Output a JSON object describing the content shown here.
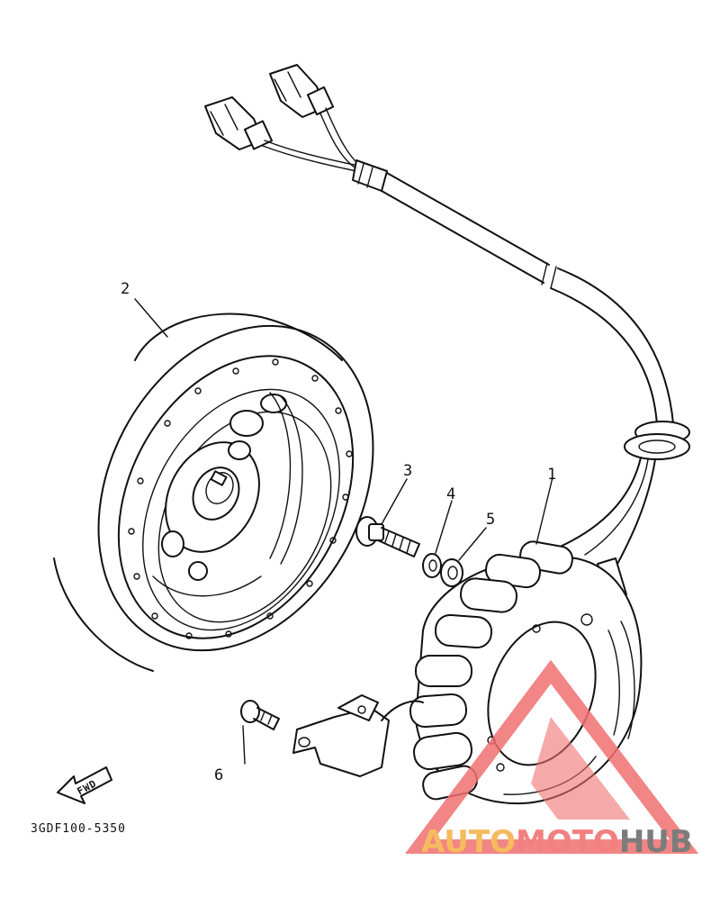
{
  "callouts": [
    {
      "id": "1",
      "label": "1"
    },
    {
      "id": "2",
      "label": "2"
    },
    {
      "id": "3",
      "label": "3"
    },
    {
      "id": "4",
      "label": "4"
    },
    {
      "id": "5",
      "label": "5"
    },
    {
      "id": "6",
      "label": "6"
    }
  ],
  "fwd_label": "FWD",
  "diagram_code": "3GDF100-5350",
  "watermark": {
    "part1": "AUTO",
    "part2": "MOTO",
    "part3": "HUB",
    "colors": {
      "auto": "#f5b042",
      "moto": "#f06a6a",
      "hub": "#666666",
      "triangle": "#f07070"
    }
  }
}
